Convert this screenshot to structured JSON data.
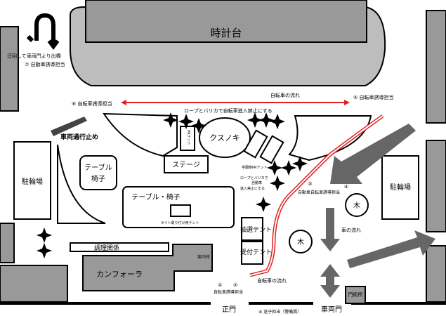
{
  "labels": {
    "clock_tower": "時計台",
    "u_turn_note": "迂回して車両門より出構",
    "guide_7": "⑦ 自動車誘導担当",
    "guide_6": "⑥ 自転車誘導担当",
    "bicycle_flow_top": "自転車の流れ",
    "guide_5": "⑤ 自転車誘導担当",
    "rope_note": "ロープとバリカで自転車進入禁止にする",
    "vehicle_stop": "車両通行止め",
    "kusunoki": "クスノキ",
    "tent_small": "PRテント",
    "stage": "ステージ",
    "table_chair_1": "テーブル",
    "table_chair_2": "椅子",
    "table_chair_main": "テーブル・椅子",
    "light_tent": "ライト取り付け用テント",
    "parking_left": "駐輪場",
    "parking_right": "駐輪場",
    "cooking": "調理関係",
    "canforla": "カンフォーラ",
    "info": "案内所",
    "lottery_tent": "抽選テント",
    "reception_tent": "受付テント",
    "tree_center": "木",
    "tree_right": "木",
    "guide_3": "③",
    "guide_3b": "自動車自転車誘導担当",
    "guide_4": "④",
    "car_flow": "車の流れ",
    "bicycle_flow_bottom": "自転車の流れ",
    "guide_1": "①",
    "guide_2": "②",
    "guide_12_text": "自転車誘導担当",
    "main_gate": "正門",
    "vehicle_gate": "車両門",
    "guard": "門衛所",
    "guide_8": "⑧ 迷子担当（警備員）",
    "rope_note2a": "ロープとバリカで",
    "rope_note2b": "自動車",
    "rope_note2c": "進入禁止にする",
    "tent_note": "学園祭PRテント"
  },
  "colors": {
    "building": "#999999",
    "route_red": "#e02020",
    "arrow_gray": "#666666"
  }
}
